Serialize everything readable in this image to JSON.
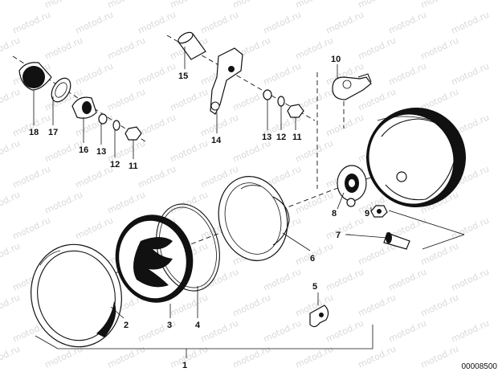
{
  "diagram": {
    "document_number": "00008500",
    "watermark_text": "motod.ru",
    "callouts": {
      "c1": "1",
      "c2": "2",
      "c3": "3",
      "c4": "4",
      "c5": "5",
      "c6": "6",
      "c7": "7",
      "c8": "8",
      "c9": "9",
      "c10": "10",
      "c11a": "11",
      "c11b": "11",
      "c12a": "12",
      "c12b": "12",
      "c13a": "13",
      "c13b": "13",
      "c14": "14",
      "c15": "15",
      "c16": "16",
      "c17": "17",
      "c18": "18"
    },
    "colors": {
      "ink": "#111111",
      "watermark": "#d9d9d9",
      "paper": "#ffffff"
    }
  }
}
